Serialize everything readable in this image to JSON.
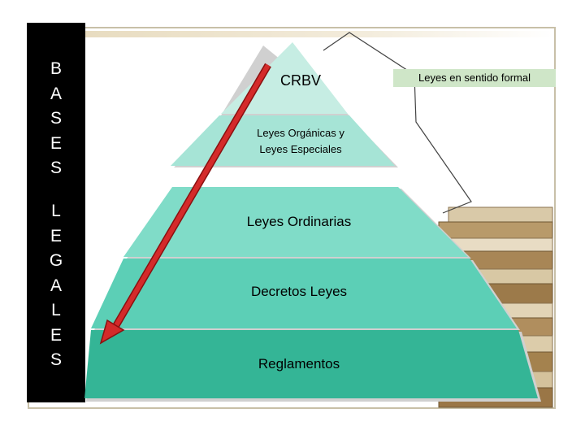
{
  "side_label": {
    "word1": [
      "B",
      "A",
      "S",
      "E",
      "S"
    ],
    "word2": [
      "L",
      "E",
      "G",
      "A",
      "L",
      "E",
      "S"
    ]
  },
  "pyramid": {
    "tiers": [
      {
        "label": "CRBV",
        "color": "#c6ede3"
      },
      {
        "label": "Leyes Orgánicas y Leyes Especiales",
        "line1": "Leyes Orgánicas y",
        "line2": "Leyes Especiales",
        "color": "#a6e4d6"
      },
      {
        "label": "Leyes Ordinarias",
        "color": "#80dcc8"
      },
      {
        "label": "Decretos Leyes",
        "color": "#5ccfb6"
      },
      {
        "label": "Reglamentos",
        "color": "#34b596"
      }
    ]
  },
  "bracket_label": "Leyes en sentido formal",
  "arrow_color": "#d42a2a"
}
